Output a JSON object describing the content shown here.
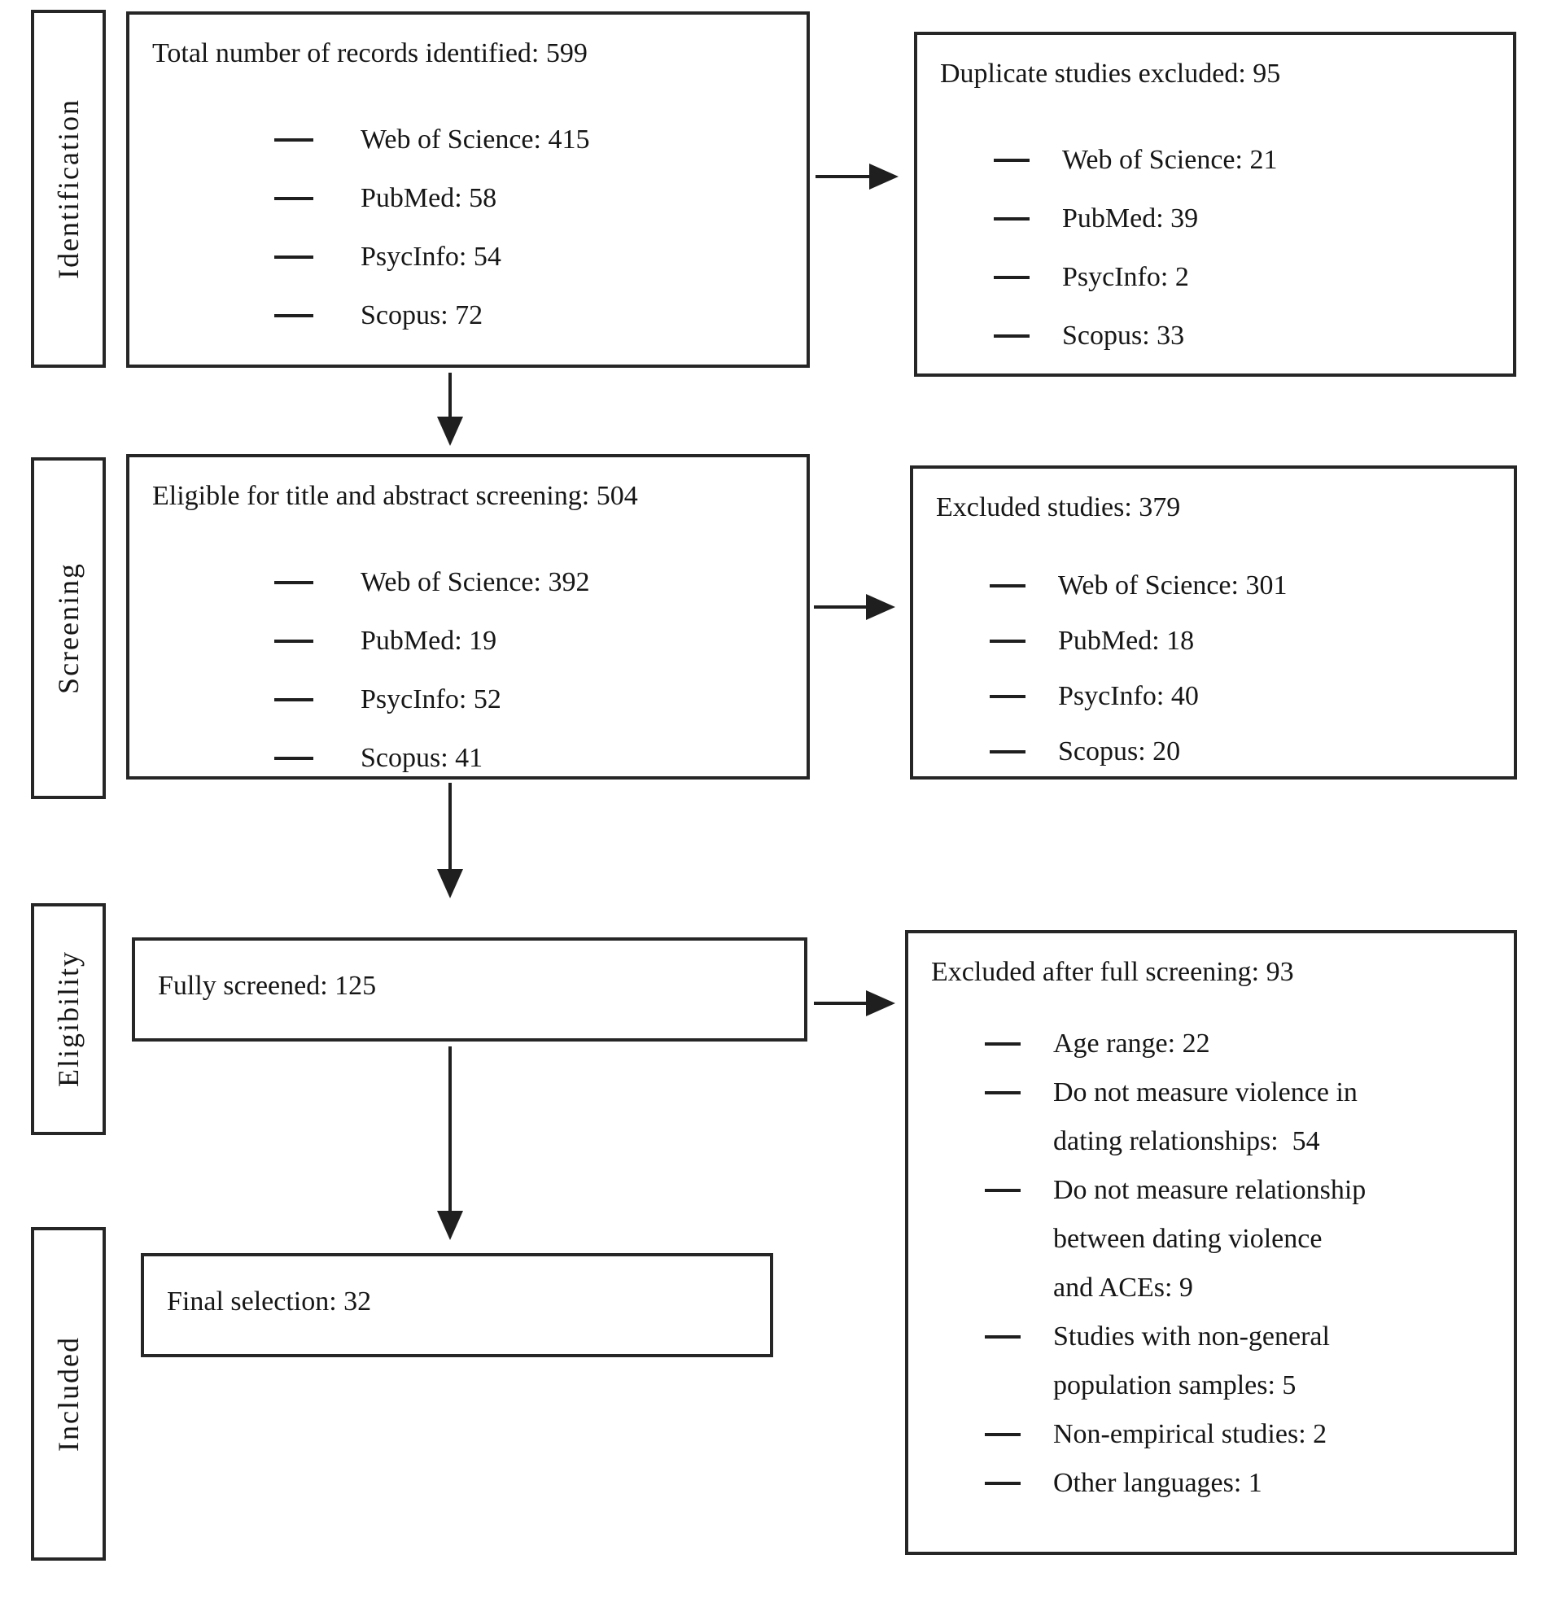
{
  "colors": {
    "background": "#ffffff",
    "border": "#262626",
    "text": "#161616",
    "arrow": "#1f1f1f"
  },
  "icons": {
    "arrow_right": "→",
    "arrow_down": "↓",
    "dash_bullet": "—"
  },
  "stages": [
    {
      "label": "Identification"
    },
    {
      "label": "Screening"
    },
    {
      "label": "Eligibility"
    },
    {
      "label": "Included"
    }
  ],
  "boxes": {
    "identified": {
      "title": "Total number of records identified: 599",
      "items": [
        "Web of Science: 415",
        "PubMed: 58",
        "PsycInfo: 54",
        "Scopus: 72"
      ]
    },
    "duplicates_excluded": {
      "title": "Duplicate studies excluded: 95",
      "items": [
        "Web of Science: 21",
        "PubMed: 39",
        "PsycInfo: 2",
        "Scopus: 33"
      ]
    },
    "eligible_screening": {
      "title": "Eligible for title and abstract screening: 504",
      "items": [
        "Web of Science: 392",
        "PubMed: 19",
        "PsycInfo: 52",
        "Scopus: 41"
      ]
    },
    "excluded_studies": {
      "title": "Excluded studies: 379",
      "items": [
        "Web of Science: 301",
        "PubMed: 18",
        "PsycInfo: 40",
        "Scopus: 20"
      ]
    },
    "fully_screened": {
      "title": "Fully screened: 125"
    },
    "excluded_after_full": {
      "title": "Excluded after full screening: 93",
      "items": [
        "Age range: 22",
        "Do not measure violence in\ndating relationships:  54",
        "Do not measure relationship\nbetween dating violence\nand ACEs: 9",
        "Studies with non-general\npopulation samples: 5",
        "Non-empirical studies: 2",
        "Other languages: 1"
      ]
    },
    "final_selection": {
      "title": "Final selection: 32"
    }
  }
}
